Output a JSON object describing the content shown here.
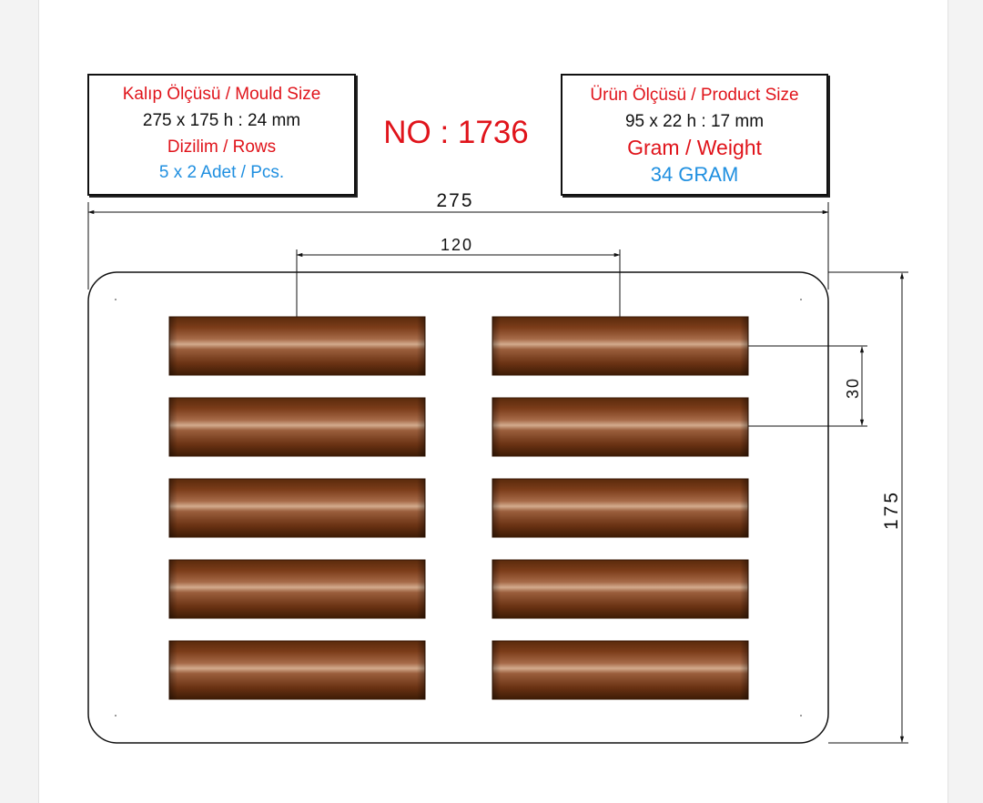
{
  "model_number": "NO : 1736",
  "mould_box": {
    "title": "Kalıp Ölçüsü / Mould Size",
    "size": "275 x 175 h : 24 mm",
    "rows_label": "Dizilim / Rows",
    "pieces": "5 x 2 Adet / Pcs."
  },
  "product_box": {
    "title": "Ürün Ölçüsü / Product Size",
    "size": "95 x 22 h : 17 mm",
    "weight_label": "Gram / Weight",
    "weight": "34 GRAM"
  },
  "dimensions": {
    "mould_width": "275",
    "cavity_spacing": "120",
    "row_pitch": "30",
    "mould_height": "175"
  },
  "layout": {
    "rows": 5,
    "columns": 2
  },
  "colors": {
    "label_red": "#e0141b",
    "label_blue": "#1f8fe0",
    "chocolate_dark": "#4a2309",
    "chocolate_mid": "#7a3b18",
    "chocolate_highlight": "#c99a78"
  }
}
